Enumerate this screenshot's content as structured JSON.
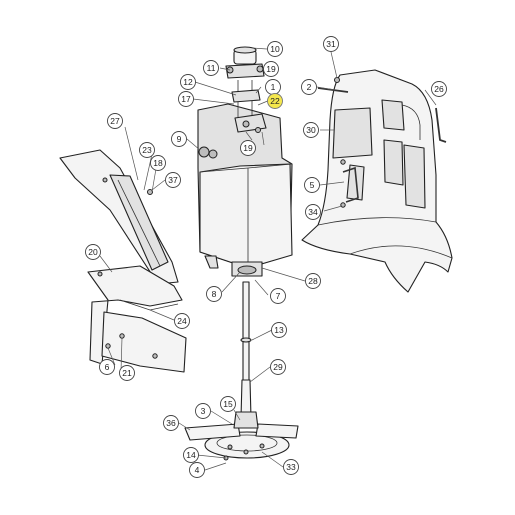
{
  "callouts": [
    {
      "label": "1"
    },
    {
      "label": "2"
    },
    {
      "label": "3"
    },
    {
      "label": "4"
    },
    {
      "label": "5"
    },
    {
      "label": "6"
    },
    {
      "label": "7"
    },
    {
      "label": "8"
    },
    {
      "label": "9"
    },
    {
      "label": "10"
    },
    {
      "label": "11"
    },
    {
      "label": "12"
    },
    {
      "label": "13"
    },
    {
      "label": "14"
    },
    {
      "label": "15"
    },
    {
      "label": "17"
    },
    {
      "label": "18"
    },
    {
      "label": "19"
    },
    {
      "label": "19"
    },
    {
      "label": "20"
    },
    {
      "label": "21"
    },
    {
      "label": "22",
      "highlighted": true
    },
    {
      "label": "23"
    },
    {
      "label": "24"
    },
    {
      "label": "26"
    },
    {
      "label": "27"
    },
    {
      "label": "28"
    },
    {
      "label": "29"
    },
    {
      "label": "30"
    },
    {
      "label": "31"
    },
    {
      "label": "33"
    },
    {
      "label": "34"
    },
    {
      "label": "36"
    },
    {
      "label": "37"
    }
  ],
  "colors": {
    "highlight": "#f4e74d",
    "line": "#222222",
    "fill": "#f4f4f4"
  }
}
